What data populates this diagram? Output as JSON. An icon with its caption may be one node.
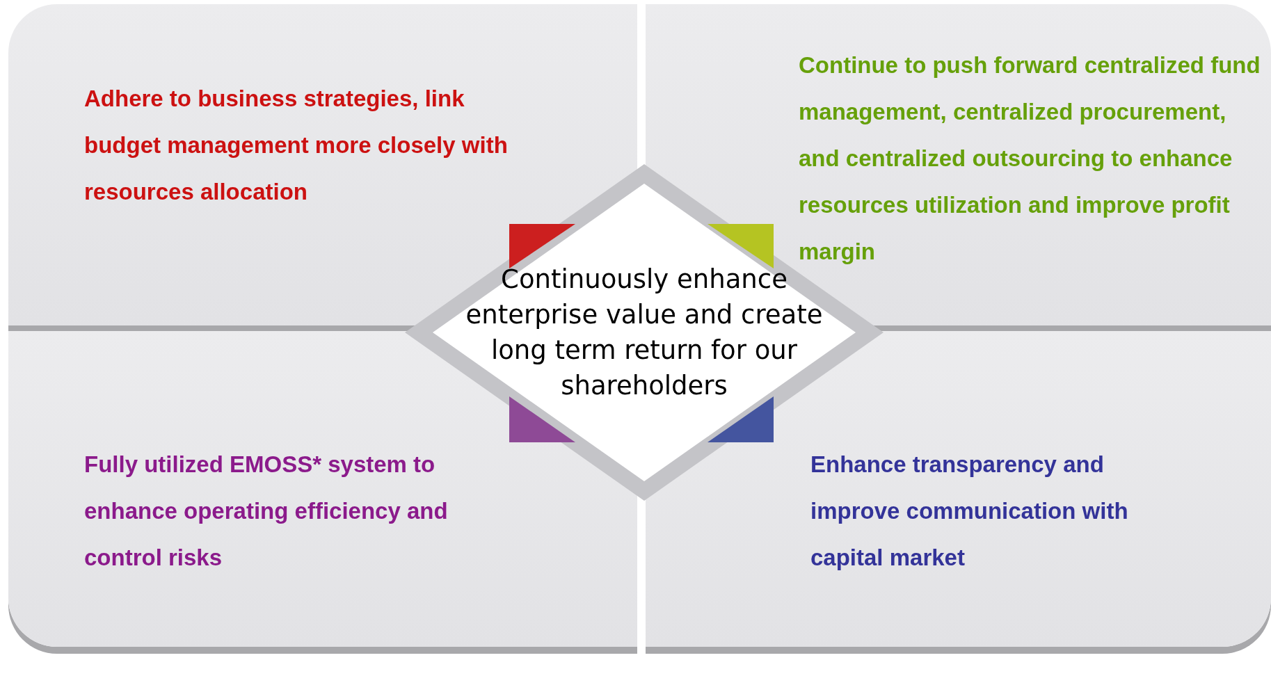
{
  "diagram": {
    "nodes": [
      {
        "text": [
          "Adhere to business strategies, link budget management more closely with resources allocation"
        ]
      },
      {
        "text": [
          "Continue to push forward centralized fund management, centralized procurement, and centralized outsourcing to enhance resources utilization and  improve profit margin"
        ]
      },
      {
        "text": [
          "Continuously enhance enterprise value and create long term return for our shareholders"
        ]
      },
      {
        "text": [
          "Fully utilized EMOSS* system to enhance operating efficiency and control risks"
        ]
      },
      {
        "text": [
          "Enhance transparency and improve communication with capital market"
        ]
      }
    ]
  }
}
